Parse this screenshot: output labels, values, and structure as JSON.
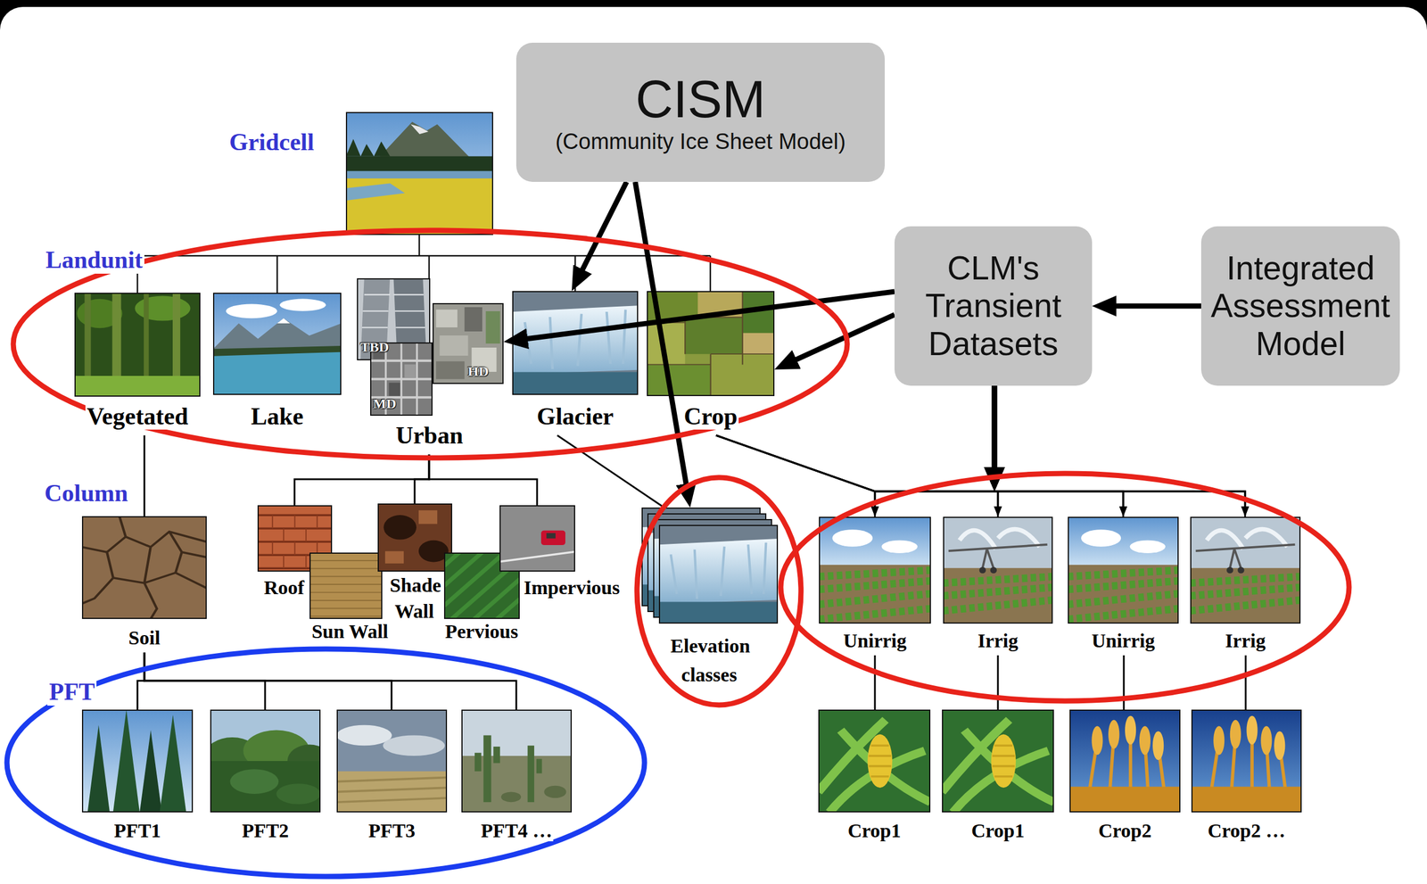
{
  "diagram": {
    "nodes": [
      {
        "text": [
          "CISM",
          "(Community Ice Sheet Model)"
        ]
      },
      {
        "text": [
          "CLM's Transient Datasets"
        ]
      },
      {
        "text": [
          "Integrated Assessment Model"
        ]
      },
      {
        "text": [
          "Vegetated"
        ]
      },
      {
        "text": [
          "Lake"
        ]
      },
      {
        "text": [
          "Urban"
        ]
      },
      {
        "text": [
          "Glacier"
        ]
      },
      {
        "text": [
          "Crop"
        ]
      },
      {
        "text": [
          "Soil"
        ]
      },
      {
        "text": [
          "Roof"
        ]
      },
      {
        "text": [
          "Sun Wall"
        ]
      },
      {
        "text": [
          "Shade Wall"
        ]
      },
      {
        "text": [
          "Pervious"
        ]
      },
      {
        "text": [
          "Impervious"
        ]
      },
      {
        "text": [
          "Elevation classes"
        ]
      },
      {
        "text": [
          "Unirrig"
        ]
      },
      {
        "text": [
          "Irrig"
        ]
      },
      {
        "text": [
          "Unirrig"
        ]
      },
      {
        "text": [
          "Irrig"
        ]
      },
      {
        "text": [
          "PFT1"
        ]
      },
      {
        "text": [
          "PFT2"
        ]
      },
      {
        "text": [
          "PFT3"
        ]
      },
      {
        "text": [
          "PFT4 …"
        ]
      },
      {
        "text": [
          "Crop1"
        ]
      },
      {
        "text": [
          "Crop1"
        ]
      },
      {
        "text": [
          "Crop2"
        ]
      },
      {
        "text": [
          "Crop2 …"
        ]
      }
    ],
    "edges": [
      {
        "from": 2,
        "to": 1,
        "arrow": "to"
      },
      {
        "from": 0,
        "to": 6,
        "arrow": "to"
      },
      {
        "from": 0,
        "to": 14,
        "arrow": "to"
      },
      {
        "from": 1,
        "to": 5,
        "arrow": "to"
      },
      {
        "from": 1,
        "to": 7,
        "arrow": "to"
      },
      {
        "from": 1,
        "to": 15,
        "arrow": "to"
      },
      {
        "from": 1,
        "to": 16,
        "arrow": "to"
      },
      {
        "from": 1,
        "to": 17,
        "arrow": "to"
      },
      {
        "from": 1,
        "to": 18,
        "arrow": "to"
      },
      {
        "from": 3,
        "to": 8,
        "arrow": "none"
      },
      {
        "from": 5,
        "to": 9,
        "arrow": "none"
      },
      {
        "from": 5,
        "to": 11,
        "arrow": "none"
      },
      {
        "from": 5,
        "to": 13,
        "arrow": "none"
      },
      {
        "from": 6,
        "to": 14,
        "arrow": "none"
      },
      {
        "from": 7,
        "to": 15,
        "arrow": "none"
      },
      {
        "from": 7,
        "to": 16,
        "arrow": "none"
      },
      {
        "from": 7,
        "to": 17,
        "arrow": "none"
      },
      {
        "from": 7,
        "to": 18,
        "arrow": "none"
      },
      {
        "from": 8,
        "to": 19,
        "arrow": "none"
      },
      {
        "from": 8,
        "to": 20,
        "arrow": "none"
      },
      {
        "from": 8,
        "to": 21,
        "arrow": "none"
      },
      {
        "from": 8,
        "to": 22,
        "arrow": "none"
      },
      {
        "from": 15,
        "to": 23,
        "arrow": "none"
      },
      {
        "from": 16,
        "to": 24,
        "arrow": "none"
      },
      {
        "from": 17,
        "to": 25,
        "arrow": "none"
      },
      {
        "from": 18,
        "to": 26,
        "arrow": "none"
      }
    ],
    "labels": [
      "Gridcell",
      "Landunit",
      "Column",
      "PFT",
      "TBD",
      "HD",
      "MD"
    ]
  }
}
